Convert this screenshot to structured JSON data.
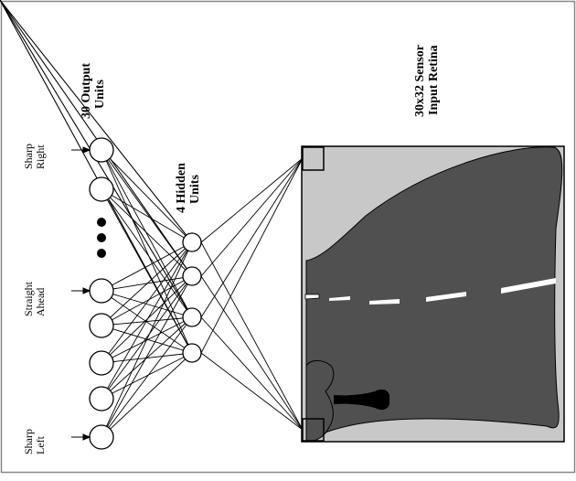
{
  "labels": {
    "output_title_line1": "30 Output",
    "output_title_line2": "Units",
    "hidden_title_line1": "4 Hidden",
    "hidden_title_line2": "Units",
    "retina_title_line1": "30x32 Sensor",
    "retina_title_line2": "Input Retina",
    "sharp_right_line1": "Sharp",
    "sharp_right_line2": "Right",
    "straight_ahead_line1": "Straight",
    "straight_ahead_line2": "Ahead",
    "sharp_left_line1": "Sharp",
    "sharp_left_line2": "Left"
  },
  "network": {
    "output_units_drawn": 7,
    "hidden_units": 4,
    "ellipsis_dots": 3
  },
  "colors": {
    "retina_background": "#c8c8c8",
    "road": "#505050",
    "road_marking": "#ffffff",
    "car_shadow": "#000000",
    "line": "#000000"
  }
}
